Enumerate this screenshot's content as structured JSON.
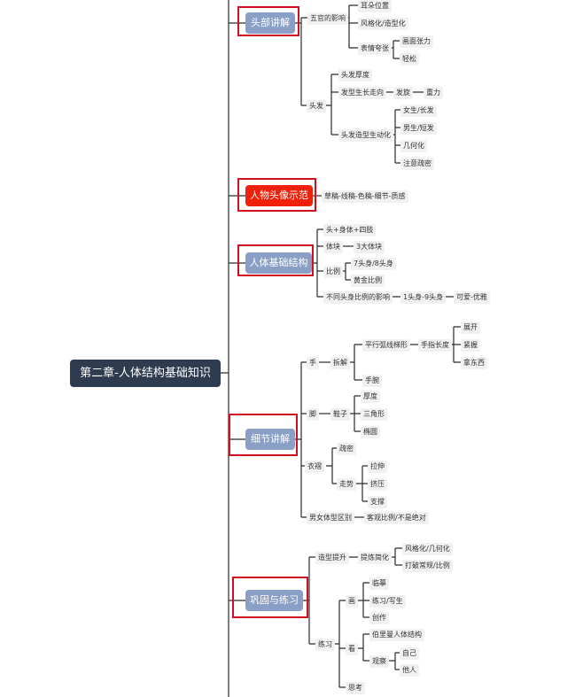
{
  "root": {
    "label": "第二章-人体结构基础知识"
  },
  "sections": {
    "head": {
      "label": "头部讲解"
    },
    "demo": {
      "label": "人物头像示范"
    },
    "body": {
      "label": "人体基础结构"
    },
    "detail": {
      "label": "细节讲解"
    },
    "practice": {
      "label": "巩固与练习"
    }
  },
  "nodes": {
    "ear": "耳朵位置",
    "facial": "五官的影响",
    "stylized": "风格化/造型化",
    "expression": "表情夸张",
    "tension": "画面张力",
    "relax": "轻松",
    "hair": "头发",
    "hair_thick": "头发厚度",
    "hair_dir": "发型生长走向",
    "whorl": "发旋",
    "gravity": "重力",
    "hair_anim": "头发造型生动化",
    "female": "女生/长发",
    "male": "男生/短发",
    "geom": "几何化",
    "dense": "注意疏密",
    "demo_steps": "草稿-线稿-色稿-细节-质感",
    "head_body": "头+身体+四肢",
    "volume": "体块",
    "three_blocks": "3大体块",
    "ratio": "比例",
    "seven_eight": "7头身/8头身",
    "golden": "黄金比例",
    "ratio_effect": "不同头身比例的影响",
    "one_nine": "1头身-9头身",
    "cute": "可爱-优雅",
    "hand": "手",
    "split": "拆解",
    "parallel": "平行弧线梯形",
    "finger_len": "手指长度",
    "spread": "展开",
    "grip": "紧握",
    "take": "拿东西",
    "wrist": "手腕",
    "foot": "脚",
    "shoe": "鞋子",
    "thick": "厚度",
    "triangle": "三角形",
    "ellipse": "椭圆",
    "clothes": "衣褶",
    "sparse": "疏密",
    "trend": "走势",
    "stretch": "拉伸",
    "squeeze": "挤压",
    "support": "支撑",
    "gender": "男女体型区别",
    "objective": "客观比例/不是绝对",
    "shape_up": "造型提升",
    "refine": "提炼简化",
    "style_geom": "风格化/几何化",
    "break_rule": "打破常规/比例",
    "practice": "练习",
    "draw": "画",
    "copy": "临摹",
    "sketch": "练习/写生",
    "create": "创作",
    "look": "看",
    "reality": "伯里曼人体结构",
    "observe": "观察",
    "self": "自己",
    "others": "他人",
    "think": "思考"
  },
  "colors": {
    "line": "#2b2b2b",
    "section": "#8a9fc5",
    "highlight": "#f0200a",
    "outline": "#d01020",
    "root": "#2f3b4f"
  }
}
